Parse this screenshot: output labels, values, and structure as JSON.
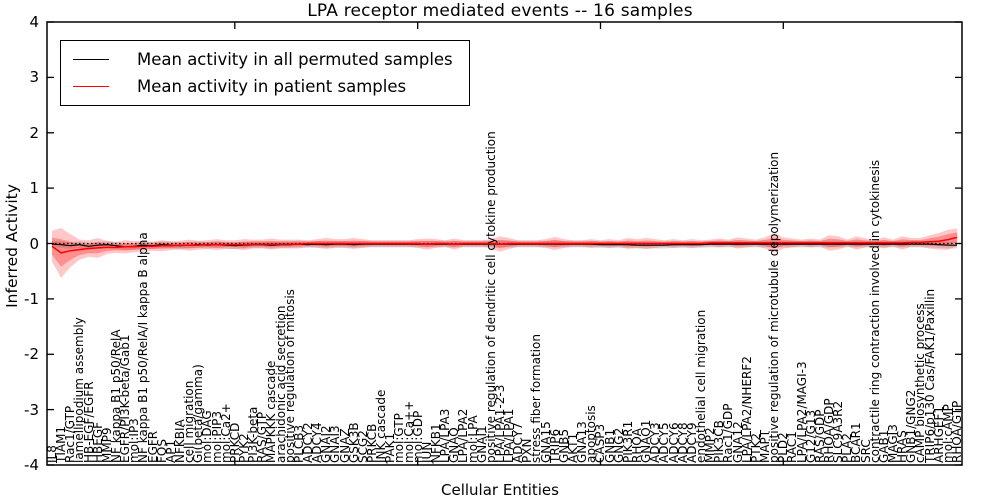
{
  "chart_data": {
    "type": "line",
    "title": "LPA receptor mediated events -- 16 samples",
    "xlabel": "Cellular Entities",
    "ylabel": "Inferred Activity",
    "ylim": [
      -4,
      4
    ],
    "yticks": [
      4,
      3,
      2,
      1,
      0,
      -1,
      -2,
      -3,
      -4
    ],
    "xtick_indices": [
      20,
      40,
      60,
      80
    ],
    "grid": false,
    "legend_position": "upper left",
    "zero_line": "dotted",
    "categories": [
      "IL8",
      "TIAM1",
      "Rac1/GTP",
      "lamellipodium assembly",
      "HB-EGF/EGFR",
      "HBEGF",
      "MMP9",
      "NF kappa B1 p50/RelA",
      "EGFR/PI3K-beta/Gab1",
      "mol:IP3",
      "NF kappa B1 p50/RelA/I kappa B alpha",
      "EGFR",
      "FOS",
      "AP1",
      "NFKBIA",
      "cell migration",
      "Gi(beta/gamma)",
      "mol:DAG",
      "mol:PIP3",
      "mol:Ca2+",
      "PRKCD",
      "PYK2",
      "PI3K-beta",
      "RAS/GTP",
      "MAPKKK cascade",
      "arachidonic acid secretion",
      "positive regulation of mitosis",
      "PLCB3",
      "ADCY2",
      "ADCY4",
      "GNAI2",
      "GNAI3",
      "GNAZ",
      "GSK3B",
      "SCG2",
      "PRKCB",
      "JNK cascade",
      "PAK1",
      "mol:GTP",
      "mol:Ca++",
      "mol:GDP",
      "JUN",
      "NFKB1",
      "LPA/LPA3",
      "GNAQ",
      "LPA/LPA2",
      "mol:LPA",
      "GNAI1",
      "positive regulation of dendritic cell cytokine production",
      "LPA/LPA1-2-3",
      "LPA/LPA1",
      "ADCY7",
      "PXN",
      "stress fiber formation",
      "GNA15",
      "TRIP6",
      "GNB5",
      "AKT1",
      "GNA13",
      "apoptosis",
      "CASP3",
      "GNB1",
      "GNG2",
      "PIK3R1",
      "RHOA",
      "GNAO1",
      "ADCY3",
      "ADCY5",
      "ADCY6",
      "ADCY8",
      "ADCY9",
      "endothelial cell migration",
      "MMP2",
      "PIK3CB",
      "Rac1/GDP",
      "GNA12",
      "LPA/LPA2/NHERF2",
      "PTK2",
      "MAPT",
      "positive regulation of microtubule depolymerization",
      "PLD2",
      "RAC1",
      "LPA/LPA2/MAGI-3",
      "G12/G13",
      "RAS/GDP",
      "RHOA/GDP",
      "SLC9A3R2",
      "PLA2",
      "BCAR1",
      "SRC",
      "contractile ring contraction involved in cytokinesis",
      "GAB1",
      "MAGI3",
      "HRAS",
      "GNB1/GNG2",
      "cAMP biosynthetic process",
      "TRIP6/p130 Cas/FAK1/Paxillin",
      "ARHGEF1",
      "mol:cAMP",
      "RHOA/GTP"
    ],
    "series": [
      {
        "name": "Mean activity in all permuted samples",
        "color": "#000000",
        "band_color": "#999999",
        "band_halfwidth": 0.06,
        "values": [
          -0.01,
          -0.02,
          -0.04,
          -0.02,
          -0.05,
          -0.03,
          -0.02,
          -0.04,
          -0.06,
          -0.05,
          -0.03,
          -0.04,
          -0.02,
          -0.03,
          -0.04,
          -0.03,
          -0.02,
          -0.03,
          -0.02,
          -0.03,
          -0.04,
          -0.03,
          -0.02,
          -0.02,
          -0.03,
          -0.02,
          -0.02,
          -0.01,
          -0.02,
          -0.01,
          -0.02,
          -0.01,
          -0.01,
          -0.02,
          -0.01,
          -0.01,
          -0.01,
          -0.01,
          -0.01,
          -0.01,
          -0.01,
          -0.01,
          -0.01,
          -0.01,
          -0.01,
          -0.01,
          -0.01,
          -0.01,
          -0.01,
          -0.01,
          -0.01,
          -0.01,
          -0.01,
          -0.01,
          -0.01,
          -0.01,
          -0.01,
          -0.01,
          -0.01,
          -0.01,
          -0.02,
          -0.02,
          -0.02,
          -0.02,
          -0.03,
          -0.03,
          -0.03,
          -0.03,
          -0.02,
          -0.02,
          -0.02,
          -0.02,
          -0.01,
          -0.01,
          -0.01,
          -0.01,
          -0.01,
          -0.01,
          -0.01,
          -0.01,
          -0.01,
          -0.01,
          -0.01,
          -0.01,
          -0.01,
          -0.01,
          -0.01,
          -0.01,
          -0.01,
          -0.01,
          -0.01,
          -0.01,
          -0.01,
          -0.01,
          -0.01,
          -0.01,
          -0.01,
          -0.02,
          -0.03,
          -0.03
        ]
      },
      {
        "name": "Mean activity in patient samples",
        "color": "#ff0000",
        "band_color": "#ff0000",
        "values": [
          -0.05,
          -0.17,
          -0.13,
          -0.11,
          -0.09,
          -0.08,
          -0.07,
          -0.07,
          -0.06,
          -0.06,
          -0.05,
          -0.05,
          -0.04,
          -0.04,
          -0.03,
          -0.03,
          -0.03,
          -0.02,
          -0.02,
          -0.02,
          -0.02,
          -0.02,
          -0.01,
          -0.01,
          -0.01,
          -0.01,
          -0.01,
          -0.01,
          0,
          0,
          0,
          0,
          0,
          0,
          0,
          0,
          0,
          0,
          0,
          0,
          0,
          -0.01,
          0,
          0,
          -0.01,
          0,
          0,
          0,
          0,
          -0.01,
          0,
          0,
          0,
          0,
          0,
          0,
          0,
          0,
          0,
          0,
          0,
          0,
          0,
          0,
          0,
          0,
          0,
          0,
          0,
          0,
          0,
          0,
          0.01,
          0.01,
          0.01,
          0.01,
          0.01,
          0.01,
          0.01,
          0.01,
          0.01,
          0.01,
          0.01,
          0.01,
          0.01,
          0.01,
          0.01,
          0.01,
          0.01,
          0.01,
          0.01,
          0.01,
          0.01,
          0.01,
          0.02,
          0.02,
          0.03,
          0.04,
          0.07,
          0.11
        ],
        "band": [
          0.28,
          0.45,
          0.3,
          0.18,
          0.15,
          0.18,
          0.12,
          0.1,
          0.12,
          0.1,
          0.1,
          0.08,
          0.1,
          0.08,
          0.08,
          0.1,
          0.08,
          0.08,
          0.1,
          0.08,
          0.08,
          0.1,
          0.08,
          0.08,
          0.1,
          0.08,
          0.08,
          0.08,
          0.06,
          0.08,
          0.1,
          0.08,
          0.08,
          0.1,
          0.08,
          0.06,
          0.06,
          0.06,
          0.06,
          0.06,
          0.08,
          0.1,
          0.08,
          0.06,
          0.1,
          0.06,
          0.06,
          0.06,
          0.08,
          0.14,
          0.1,
          0.06,
          0.06,
          0.06,
          0.08,
          0.12,
          0.08,
          0.06,
          0.06,
          0.08,
          0.06,
          0.08,
          0.06,
          0.1,
          0.08,
          0.1,
          0.08,
          0.06,
          0.08,
          0.06,
          0.08,
          0.06,
          0.06,
          0.08,
          0.06,
          0.1,
          0.08,
          0.06,
          0.1,
          0.18,
          0.1,
          0.08,
          0.06,
          0.08,
          0.06,
          0.14,
          0.12,
          0.06,
          0.12,
          0.08,
          0.06,
          0.1,
          0.06,
          0.12,
          0.08,
          0.08,
          0.12,
          0.15,
          0.18,
          0.16
        ]
      }
    ],
    "colors": {
      "background": "#ffffff",
      "frame": "#000000",
      "patient_line": "#ff0000",
      "permuted_line": "#000000",
      "patient_band": "#f5a9a9",
      "permuted_band": "#d9d9d9"
    }
  }
}
